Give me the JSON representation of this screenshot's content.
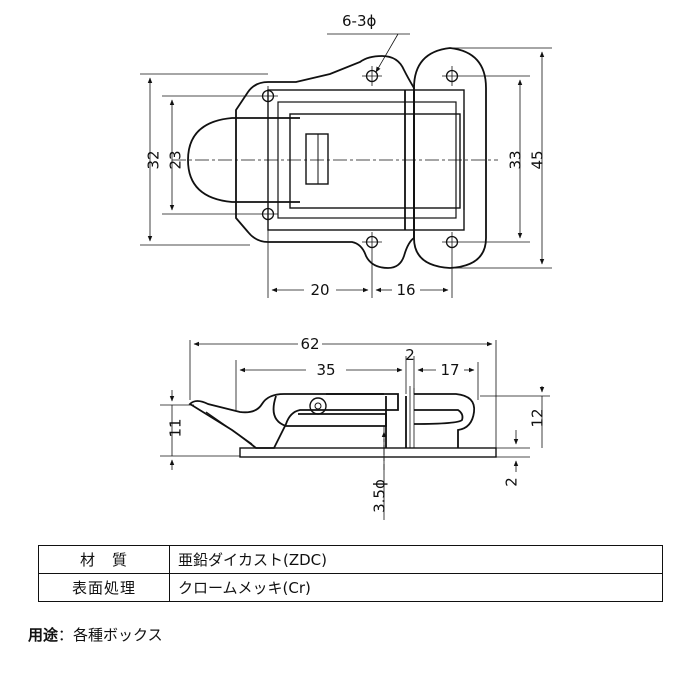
{
  "top_view": {
    "holes_label": "6-3ϕ",
    "dims": {
      "height_left_outer": "32",
      "height_left_inner": "23",
      "height_right_inner": "33",
      "height_right_outer": "45",
      "width_left": "20",
      "width_right": "16"
    }
  },
  "side_view": {
    "dims": {
      "total_length": "62",
      "latch_length": "35",
      "gap": "2",
      "catch_length": "17",
      "left_height": "11",
      "right_height": "12",
      "plate_thickness": "2",
      "pin_diameter": "3.5ϕ"
    }
  },
  "spec_table": [
    {
      "label": "材　質",
      "value": "亜鉛ダイカスト(ZDC)"
    },
    {
      "label": "表面処理",
      "value": "クロームメッキ(Cr)"
    }
  ],
  "usage": {
    "label": "用途",
    "separator": "：",
    "value": "各種ボックス"
  }
}
